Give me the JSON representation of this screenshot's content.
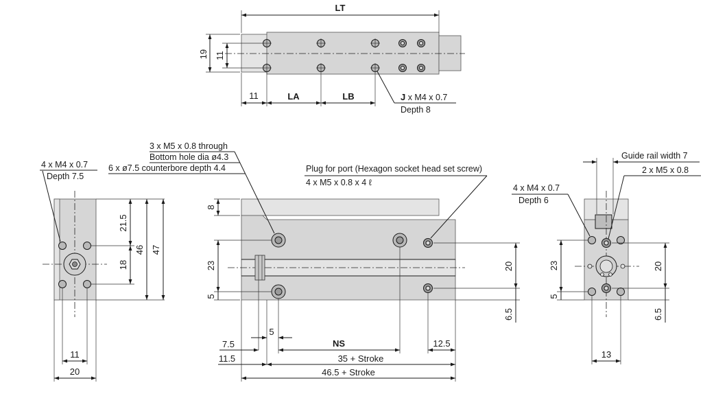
{
  "top_view": {
    "lt": "LT",
    "h19": "19",
    "h11": "11",
    "d11": "11",
    "la": "LA",
    "lb": "LB",
    "j_callout_prefix": "J",
    "j_callout_thread": " x M4 x 0.7",
    "j_callout_depth": "Depth 8"
  },
  "left_view": {
    "callout_line1": "4 x M4 x 0.7",
    "callout_line2": "Depth 7.5",
    "h21_5": "21.5",
    "h46": "46",
    "h47": "47",
    "h18": "18",
    "w11": "11",
    "w20": "20"
  },
  "front_view": {
    "callout1_line1": "3 x M5 x 0.8 through",
    "callout1_line2": "Bottom hole dia ø4.3",
    "callout1_line3": "6 x ø7.5 counterbore depth 4.4",
    "plug_line1": "Plug for port (Hexagon socket head set screw)",
    "plug_line2": "4 x M5 x 0.8 x 4 ℓ",
    "h8": "8",
    "h23": "23",
    "h5": "5",
    "h20": "20",
    "h6_5": "6.5",
    "w5": "5",
    "w7_5": "7.5",
    "w11_5": "11.5",
    "ns": "NS",
    "w12_5": "12.5",
    "w35": "35 + Stroke",
    "w46_5": "46.5 + Stroke"
  },
  "right_view": {
    "guide_rail": "Guide rail width 7",
    "m5_callout": "2 x M5 x 0.8",
    "m4_line1": "4 x M4 x 0.7",
    "m4_line2": "Depth 6",
    "h23": "23",
    "h5": "5",
    "h20": "20",
    "h6_5": "6.5",
    "w13": "13"
  }
}
